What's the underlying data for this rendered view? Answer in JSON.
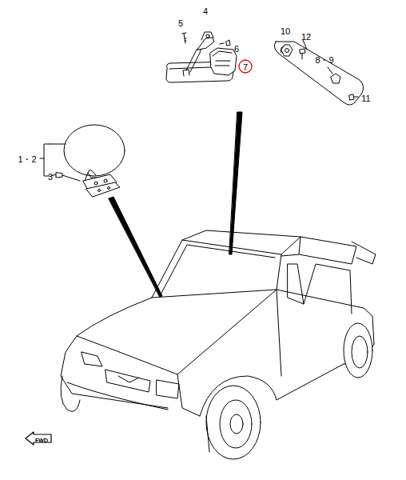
{
  "diagram": {
    "labels": [
      "4",
      "5",
      "6",
      "7",
      "10",
      "12",
      "8・9",
      "11",
      "1・2",
      "3",
      "FWD"
    ]
  }
}
